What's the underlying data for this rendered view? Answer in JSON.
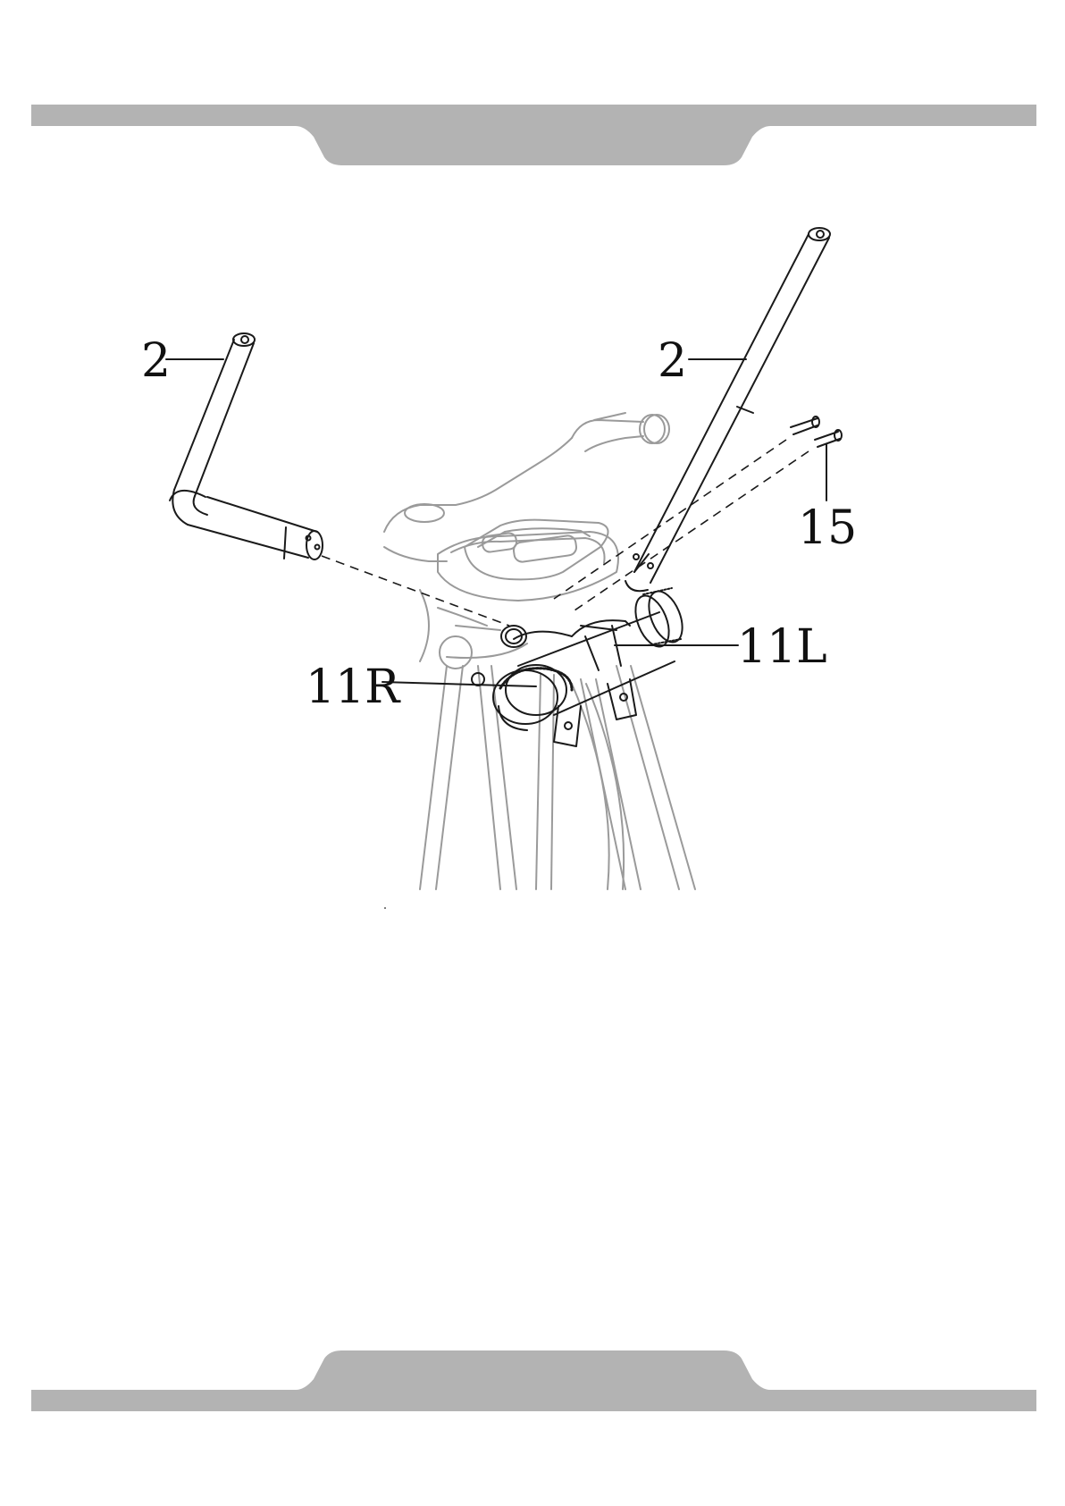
{
  "header_band": {
    "color": "#b3b3b3"
  },
  "footer_band": {
    "color": "#b3b3b3"
  },
  "callouts": {
    "left_handlebar": "2",
    "right_handlebar": "2",
    "bolts": "15",
    "left_pivot": "11L",
    "right_pivot": "11R"
  },
  "colors": {
    "line": "#1a1a1a",
    "faded": "#9a9a9a",
    "band": "#b3b3b3"
  }
}
